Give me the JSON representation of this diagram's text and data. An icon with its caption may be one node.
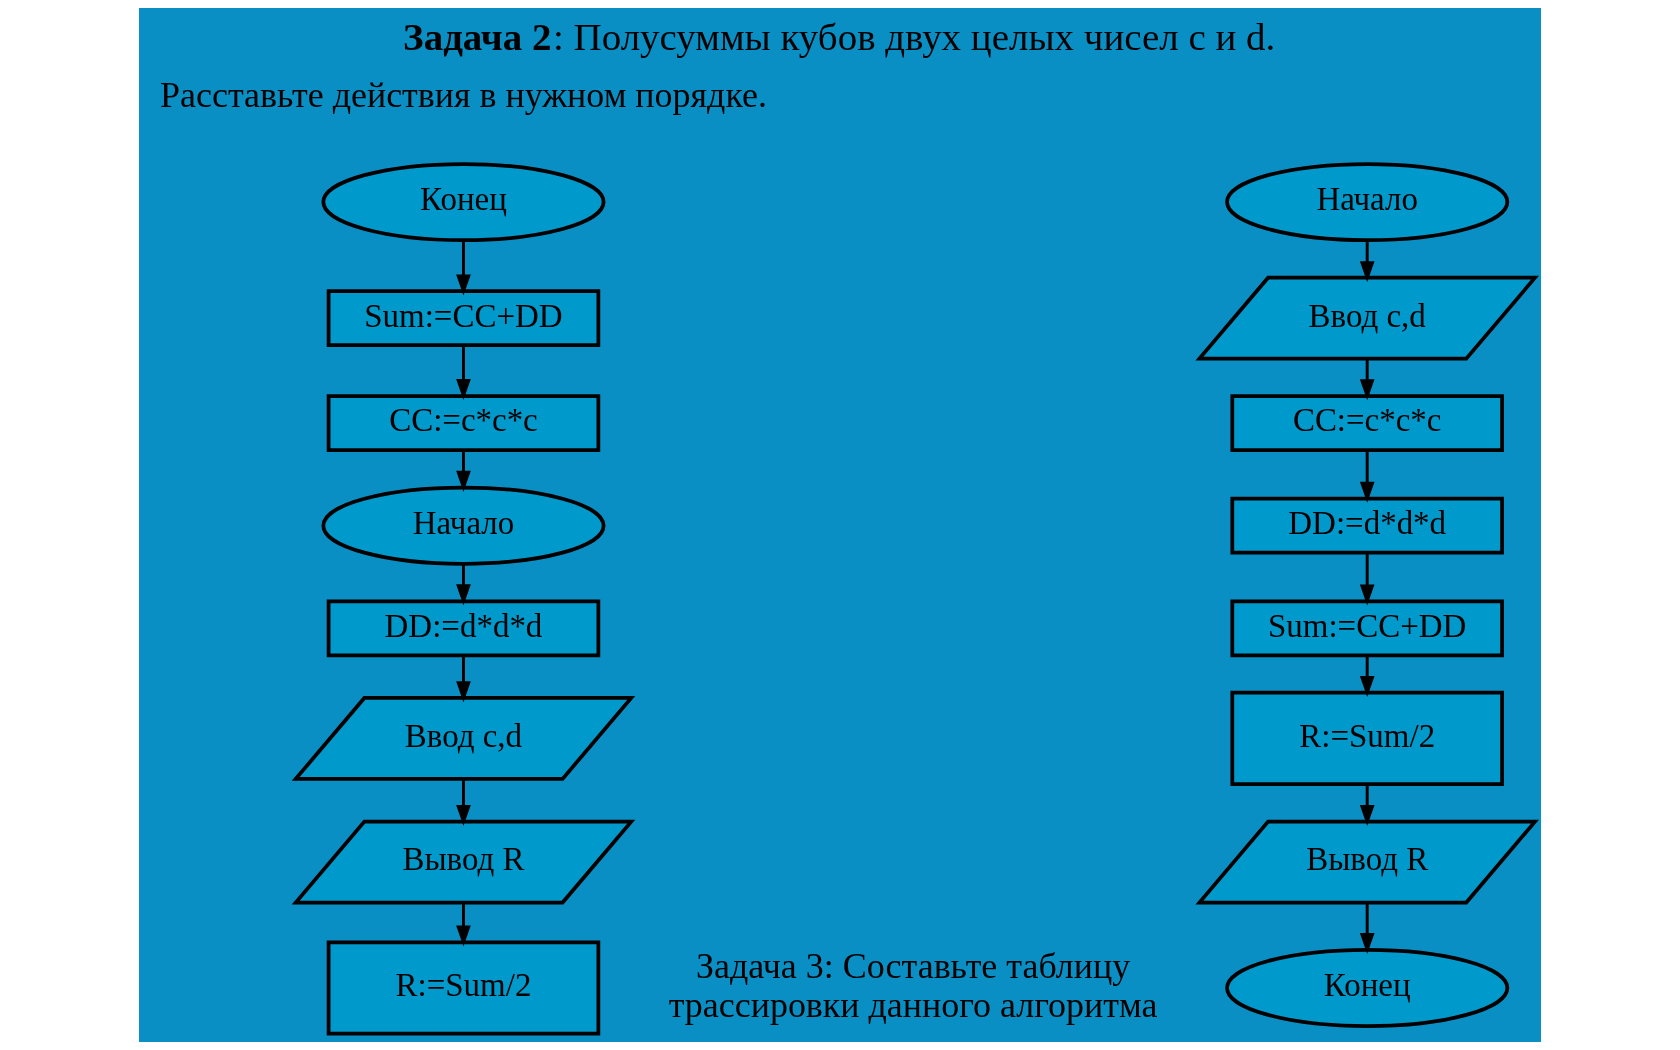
{
  "diagram": {
    "title": "**Задача 2**: Полусуммы кубов двух целых чисел c и d.",
    "nodes": [
      {
        "text": [
          "Конец"
        ]
      },
      {
        "text": [
          "Sum:=CC+DD"
        ]
      },
      {
        "text": [
          "CC:=c*c*c"
        ]
      },
      {
        "text": [
          "Начало"
        ]
      },
      {
        "text": [
          "DD:=d*d*d"
        ]
      },
      {
        "text": [
          "Ввод c,d"
        ]
      },
      {
        "text": [
          "Вывод R"
        ]
      },
      {
        "text": [
          "R:=Sum/2"
        ]
      },
      {
        "text": [
          "Начало"
        ]
      },
      {
        "text": [
          "Ввод c,d"
        ]
      },
      {
        "text": [
          "CC:=c*c*c"
        ]
      },
      {
        "text": [
          "DD:=d*d*d"
        ]
      },
      {
        "text": [
          "Sum:=CC+DD"
        ]
      },
      {
        "text": [
          "R:=Sum/2"
        ]
      },
      {
        "text": [
          "Вывод R"
        ]
      },
      {
        "text": [
          "Конец"
        ]
      }
    ],
    "edges": [
      {
        "from": 0,
        "to": 1,
        "arrow": "to"
      },
      {
        "from": 1,
        "to": 2,
        "arrow": "to"
      },
      {
        "from": 2,
        "to": 3,
        "arrow": "to"
      },
      {
        "from": 3,
        "to": 4,
        "arrow": "to"
      },
      {
        "from": 4,
        "to": 5,
        "arrow": "to"
      },
      {
        "from": 5,
        "to": 6,
        "arrow": "to"
      },
      {
        "from": 6,
        "to": 7,
        "arrow": "to"
      },
      {
        "from": 8,
        "to": 9,
        "arrow": "to"
      },
      {
        "from": 9,
        "to": 10,
        "arrow": "to"
      },
      {
        "from": 10,
        "to": 11,
        "arrow": "to"
      },
      {
        "from": 11,
        "to": 12,
        "arrow": "to"
      },
      {
        "from": 12,
        "to": 13,
        "arrow": "to"
      },
      {
        "from": 13,
        "to": 14,
        "arrow": "to"
      },
      {
        "from": 14,
        "to": 15,
        "arrow": "to"
      }
    ],
    "labels": [
      "Расставьте действия в нужном порядке.",
      "Задача 3: Составьте таблицу трассировки данного алгоритма"
    ]
  }
}
